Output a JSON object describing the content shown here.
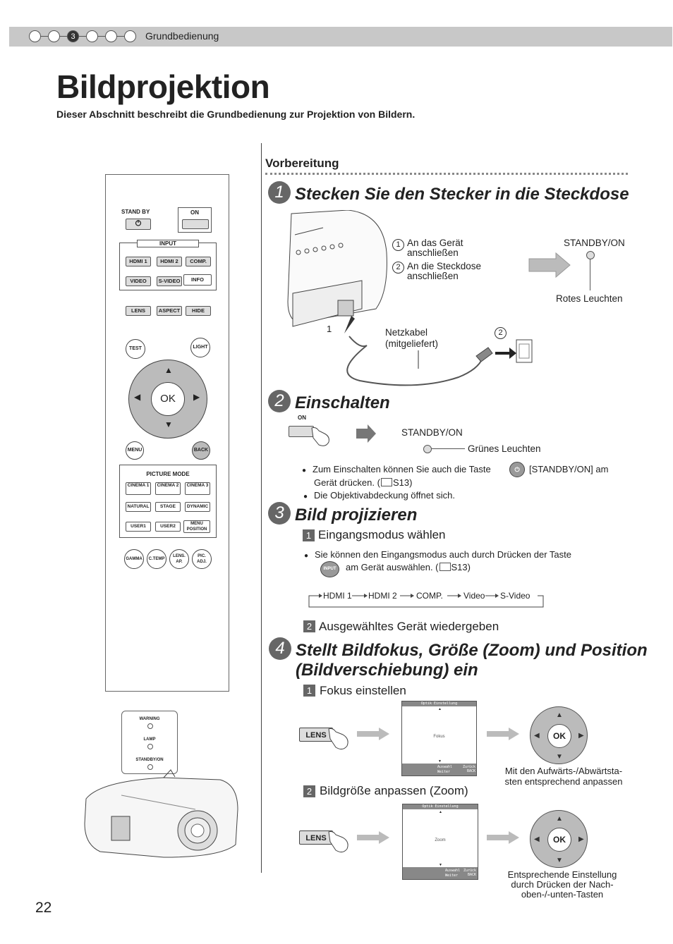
{
  "header": {
    "chapter_number": "3",
    "section": "Grundbedienung"
  },
  "title": "Bildprojektion",
  "intro": "Dieser Abschnitt beschreibt die Grundbedienung zur Projektion von Bildern.",
  "remote": {
    "standby": "STAND BY",
    "on": "ON",
    "input": "INPUT",
    "hdmi1": "HDMI 1",
    "hdmi2": "HDMI 2",
    "comp": "COMP.",
    "video": "VIDEO",
    "svideo": "S-VIDEO",
    "info": "INFO",
    "lens": "LENS",
    "aspect": "ASPECT",
    "hide": "HIDE",
    "test": "TEST",
    "light": "LIGHT",
    "ok": "OK",
    "menu": "MENU",
    "back": "BACK",
    "picture_mode": "PICTURE MODE",
    "cinema1": "CINEMA 1",
    "cinema2": "CINEMA 2",
    "cinema3": "CINEMA 3",
    "natural": "NATURAL",
    "stage": "STAGE",
    "dynamic": "DYNAMIC",
    "user1": "USER1",
    "user2": "USER2",
    "menu_position": "MENU POSITION",
    "gamma": "GAMMA",
    "ctemp": "C.TEMP",
    "lens_ap": "LENS. AP.",
    "pic_adj": "PIC. ADJ."
  },
  "projector_panel": {
    "warning": "WARNING",
    "lamp": "LAMP",
    "standby_on": "STANDBY/ON"
  },
  "vorbereitung": "Vorbereitung",
  "step1": {
    "num": "1",
    "heading": "Stecken Sie den Stecker in die Steckdose",
    "note1_num": "1",
    "note1": "An das Gerät anschließen",
    "note2_num": "2",
    "note2": "An die Steckdose anschließen",
    "standby_label": "STANDBY/ON",
    "red_light": "Rotes Leuchten",
    "cable_label": "Netzkabel (mitgeliefert)",
    "marker1": "1",
    "marker2": "2"
  },
  "step2": {
    "num": "2",
    "heading": "Einschalten",
    "on_label": "ON",
    "standby_label": "STANDBY/ON",
    "green_light": "Grünes Leuchten",
    "bullet1a": "Zum Einschalten können Sie auch die Taste",
    "bullet1b": "[STANDBY/ON] am",
    "bullet1c": "Gerät drücken. (",
    "bullet1_ref": "S13)",
    "bullet2": "Die Objektivabdeckung öffnet sich."
  },
  "step3": {
    "num": "3",
    "heading": "Bild projizieren",
    "sub1_num": "1",
    "sub1": "Eingangsmodus wählen",
    "bullet1a": "Sie können den Eingangsmodus auch durch Drücken der Taste",
    "input_icon": "INPUT",
    "bullet1b": "am Gerät auswählen. (",
    "bullet1_ref": "S13)",
    "flow": [
      "HDMI 1",
      "HDMI 2",
      "COMP.",
      "Video",
      "S-Video"
    ],
    "sub2_num": "2",
    "sub2": "Ausgewähltes Gerät wiedergeben"
  },
  "step4": {
    "num": "4",
    "heading_line1": "Stellt Bildfokus, Größe (Zoom) und Position",
    "heading_line2": "(Bildverschiebung) ein",
    "sub1_num": "1",
    "sub1": "Fokus einstellen",
    "sub2_num": "2",
    "sub2": "Bildgröße anpassen (Zoom)",
    "lens_label": "LENS",
    "screen_title": "Optik Einstellung",
    "screen1_item": "Fokus",
    "screen2_item": "Zoom",
    "screen_select": "Auswahl",
    "screen_next": "Weiter",
    "screen_back": "Zurück",
    "screen_back_key": "BACK",
    "ok": "OK",
    "caption1": "Mit den Aufwärts-/Abwärtsta-sten entsprechend anpassen",
    "caption2": "Entsprechende Einstellung durch Drücken der Nach-oben-/-unten-Tasten"
  },
  "page_number": "22"
}
